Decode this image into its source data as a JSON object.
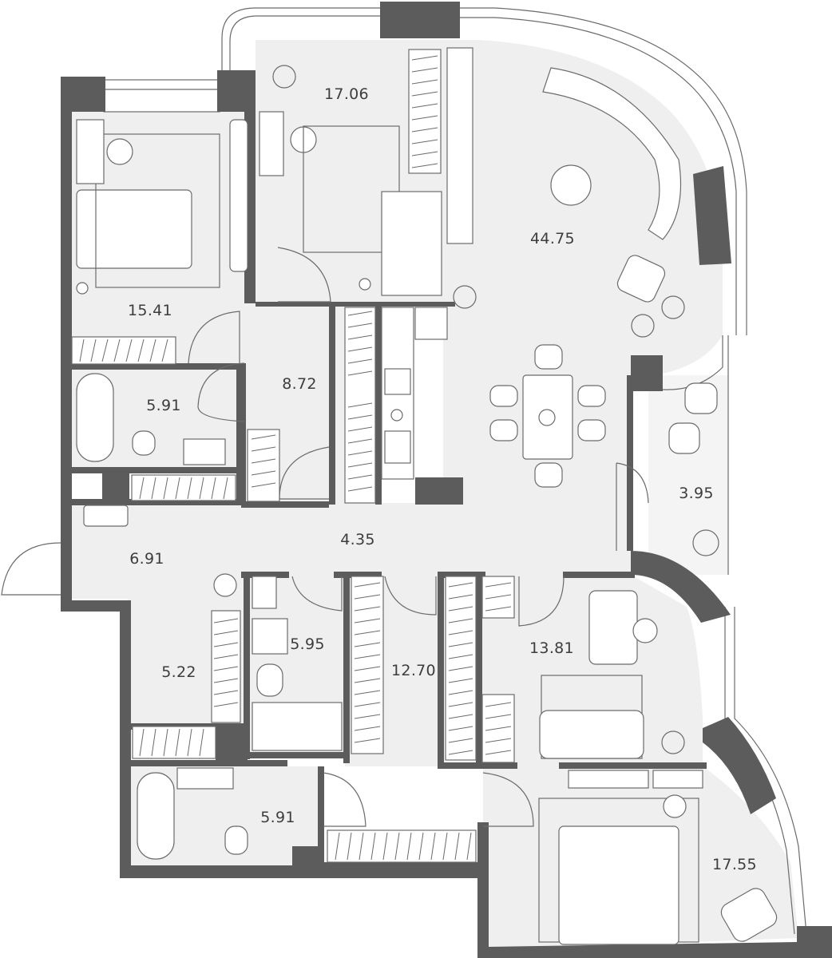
{
  "rooms": [
    {
      "id": "bedroom-1",
      "area": "15.41"
    },
    {
      "id": "bedroom-2",
      "area": "17.06"
    },
    {
      "id": "living-kitchen",
      "area": "44.75"
    },
    {
      "id": "bathroom-1",
      "area": "5.91"
    },
    {
      "id": "corridor-1",
      "area": "8.72"
    },
    {
      "id": "hall",
      "area": "6.91"
    },
    {
      "id": "corridor-2",
      "area": "4.35"
    },
    {
      "id": "balcony",
      "area": "3.95"
    },
    {
      "id": "wardrobe",
      "area": "5.22"
    },
    {
      "id": "bathroom-2",
      "area": "5.95"
    },
    {
      "id": "corridor-3",
      "area": "12.70"
    },
    {
      "id": "bedroom-3",
      "area": "13.81"
    },
    {
      "id": "bathroom-3",
      "area": "5.91"
    },
    {
      "id": "bedroom-4",
      "area": "17.55"
    }
  ],
  "colors": {
    "wall": "#5c5c5c",
    "floor": "#efefef",
    "line": "#6b6b6b",
    "label": "#3d3d3d"
  }
}
